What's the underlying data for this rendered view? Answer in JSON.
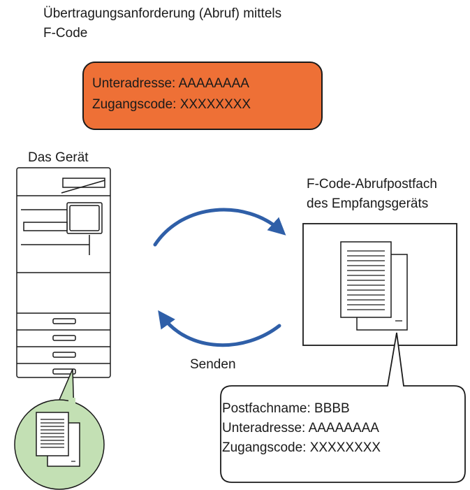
{
  "title": [
    "Übertragungsanforderung (Abruf) mittels",
    "F-Code"
  ],
  "request_box": {
    "line1": "Unteradresse: AAAAAAAA",
    "line2": "Zugangscode: XXXXXXXX",
    "color": "#ee7036"
  },
  "device_label": "Das Gerät",
  "mailbox_label": [
    "F-Code-Abrufpostfach",
    "des Empfangsgeräts"
  ],
  "send_label": "Senden",
  "mailbox_callout": [
    "Postfachname: BBBB",
    "Unteradresse: AAAAAAAA",
    "Zugangscode: XXXXXXXX"
  ],
  "colors": {
    "arrow": "#2f5fa8",
    "document_circle": "#c3e0b4"
  }
}
